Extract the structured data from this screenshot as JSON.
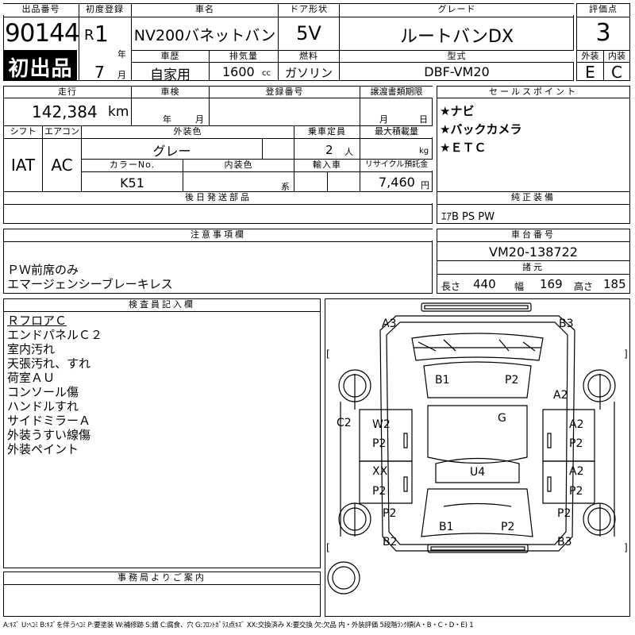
{
  "header": {
    "lot_number_label": "出品番号",
    "lot_number": "90144",
    "first_listing_badge": "初出品",
    "first_reg_label": "初度登録",
    "era": "R",
    "year_num": "1",
    "year_unit": "年",
    "month_num": "7",
    "month_unit": "月",
    "car_name_label": "車名",
    "car_name": "NV200バネットバン",
    "door_label": "ドア形状",
    "door": "5V",
    "grade_label": "グレード",
    "grade": "ルートバンDX",
    "score_label": "評価点",
    "score": "3",
    "history_label": "車歴",
    "history": "自家用",
    "displacement_label": "排気量",
    "displacement": "1600",
    "displacement_unit": "cc",
    "fuel_label": "燃料",
    "fuel": "ガソリン",
    "model_code_label": "型式",
    "model_code": "DBF-VM20",
    "exterior_grade_label": "外装",
    "exterior_grade": "E",
    "interior_grade_label": "内装",
    "interior_grade": "C"
  },
  "info": {
    "mileage_label": "走行",
    "mileage": "142,384",
    "mileage_unit": "km",
    "inspection_label": "車検",
    "inspection_year_unit": "年",
    "inspection_month_unit": "月",
    "registration_label": "登録番号",
    "transfer_label": "譲渡書類期限",
    "transfer_month_unit": "月",
    "transfer_day_unit": "日",
    "shift_label": "シフト",
    "shift": "IAT",
    "ac_label": "エアコン",
    "ac": "AC",
    "exterior_color_label": "外装色",
    "exterior_color": "グレー",
    "capacity_label": "乗車定員",
    "capacity": "2",
    "capacity_unit": "人",
    "max_load_label": "最大積載量",
    "max_load_unit": "kg",
    "color_no_label": "カラーNo.",
    "color_no": "K51",
    "interior_color_label": "内装色",
    "interior_color_unit": "系",
    "import_label": "輸入車",
    "recycle_label": "リサイクル預託金",
    "recycle": "7,460",
    "recycle_unit": "円",
    "parts_label": "後日発送部品",
    "notes_label": "注意事項欄",
    "notes": [
      "ＰＷ前席のみ",
      "エマージェンシーブレーキレス"
    ]
  },
  "sales": {
    "label": "セールスポイント",
    "points": [
      "★ナビ",
      "★バックカメラ",
      "★ＥＴＣ"
    ],
    "equipment_label": "純正装備",
    "equipment": "ｴｱB PS PW",
    "chassis_label": "車台番号",
    "chassis": "VM20-138722",
    "dims_label": "諸元",
    "length_label": "長さ",
    "length": "440",
    "width_label": "幅",
    "width": "169",
    "height_label": "高さ",
    "height": "185"
  },
  "inspector": {
    "label": "検査員記入欄",
    "lines": [
      "ＲフロアＣ",
      "エンドパネルＣ２",
      "室内汚れ",
      "天張汚れ、すれ",
      "荷室ＡＵ",
      "コンソール傷",
      "ハンドルすれ",
      "サイドミラーＡ",
      "外装うすい線傷",
      "外装ペイント"
    ]
  },
  "office": {
    "label": "事務局よりご案内"
  },
  "diagram": {
    "marks": {
      "a3": "A3",
      "b3_top": "B3",
      "b1_top": "B1",
      "p2_top": "P2",
      "a2_rf": "A2",
      "c2": "C2",
      "g": "G",
      "w2": "W2",
      "p2_l1": "P2",
      "a2_r": "A2",
      "p2_r1": "P2",
      "xx": "XX",
      "p2_l2": "P2",
      "u4": "U4",
      "a2_r2": "A2",
      "p2_r2": "P2",
      "p2_lr": "P2",
      "p2_rr": "P2",
      "b1_bot": "B1",
      "p2_bot": "P2",
      "b2": "B2",
      "b3_bot": "B3"
    }
  },
  "legend": "A:ｷｽﾞ U:ﾍｺﾐ B:ｷｽﾞを伴うﾍｺﾐ P:要塗装 W:補修跡 S:錆 C:腐食、穴 G:ﾌﾛﾝﾄｶﾞﾗｽ点ｷｽﾞ XX:交換済み X:要交換 欠:欠品 内・外装評価 5段階ﾗﾝｸ順(A・B・C・D・E) 1"
}
